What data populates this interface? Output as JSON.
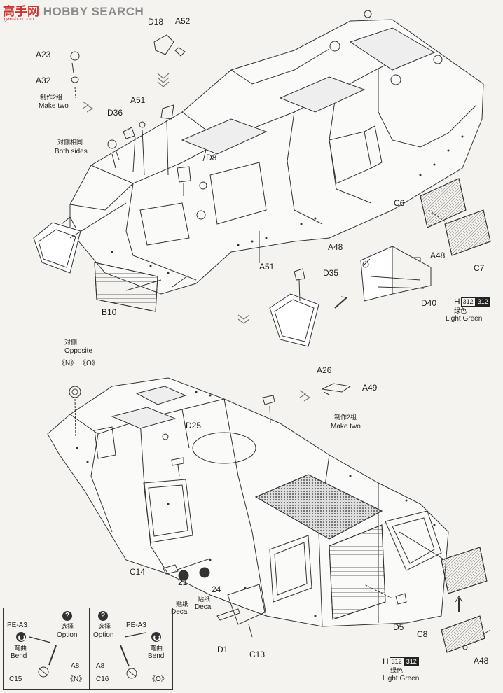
{
  "header": {
    "brand_a": "HOBBY SEARCH",
    "brand_b": "高手网",
    "sub": "gaoshou.com"
  },
  "top": {
    "D18": "D18",
    "A52": "A52",
    "A23": "A23",
    "A32": "A32",
    "make_two_zh": "制作2组",
    "make_two": "Make two",
    "A51a": "A51",
    "D36": "D36",
    "both_zh": "对侧相同",
    "both": "Both sides",
    "D8": "D8",
    "A51b": "A51",
    "B10": "B10",
    "C6": "C6",
    "C7": "C7",
    "A48a": "A48",
    "A48b": "A48",
    "D35": "D35",
    "D40": "D40",
    "paint": {
      "h": "H",
      "n1": "312",
      "n2": "312",
      "zh": "绿色",
      "name": "Light Green"
    }
  },
  "bottom": {
    "opposite_zh": "对侧",
    "opposite": "Opposite",
    "opt_n": "《N》",
    "opt_o": "《O》",
    "A26": "A26",
    "A49": "A49",
    "make_two_zh": "制作2组",
    "make_two": "Make two",
    "D25": "D25",
    "C14": "C14",
    "decal21": "21",
    "decal24": "24",
    "decal_zh": "贴纸",
    "decal": "Decal",
    "D1": "D1",
    "C13": "C13",
    "D5": "D5",
    "C8": "C8",
    "A48": "A48",
    "paint": {
      "h": "H",
      "n1": "312",
      "n2": "312",
      "zh": "绿色",
      "name": "Light Green"
    }
  },
  "inset_left": {
    "pe": "PE-A3",
    "q": "?",
    "opt_zh": "选择",
    "opt": "Option",
    "bend_zh": "弯曲",
    "bend": "Bend",
    "A8": "A8",
    "C15": "C15",
    "tag": "《N》"
  },
  "inset_right": {
    "pe": "PE-A3",
    "q": "?",
    "opt_zh": "选择",
    "opt": "Option",
    "bend_zh": "弯曲",
    "bend": "Bend",
    "A8": "A8",
    "C16": "C16",
    "tag": "《O》"
  }
}
